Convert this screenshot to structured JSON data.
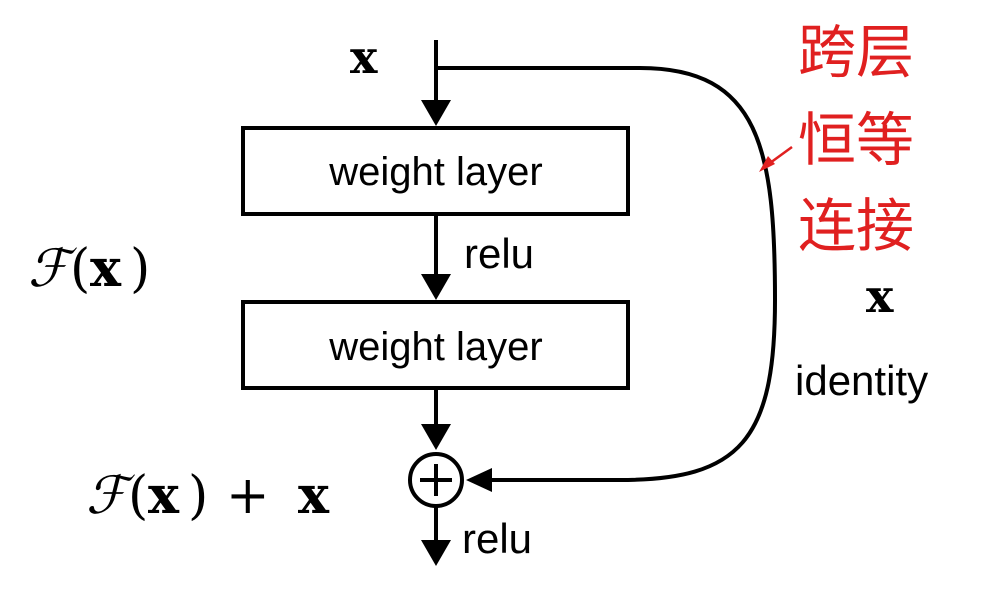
{
  "input_label": "x",
  "layers": [
    {
      "label": "weight layer"
    },
    {
      "label": "weight layer"
    }
  ],
  "activation_between": "relu",
  "activation_after": "relu",
  "residual_function": {
    "script": "ℱ",
    "open": "(",
    "var": "x",
    "close": ")"
  },
  "output_sum": {
    "script": "ℱ",
    "open": "(",
    "var": "x",
    "close": ")",
    "plus": "+",
    "var2": "x"
  },
  "add_symbol": "+",
  "shortcut": {
    "var": "x",
    "label": "identity"
  },
  "annotation": {
    "lines": [
      "跨层",
      "恒等",
      "连接"
    ],
    "color": "#e02020"
  }
}
